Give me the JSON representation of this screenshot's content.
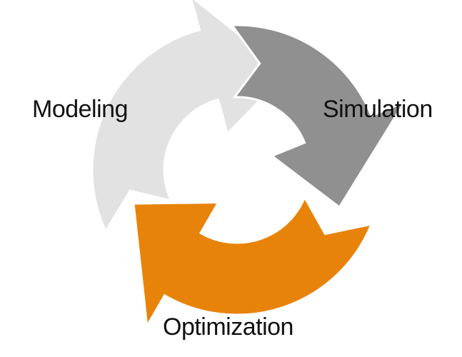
{
  "stages": [
    {
      "label": "Modeling",
      "color": "#e2e2e2"
    },
    {
      "label": "Simulation",
      "color": "#909090"
    },
    {
      "label": "Optimization",
      "color": "#e8830a"
    }
  ],
  "background_color": "#ffffff"
}
